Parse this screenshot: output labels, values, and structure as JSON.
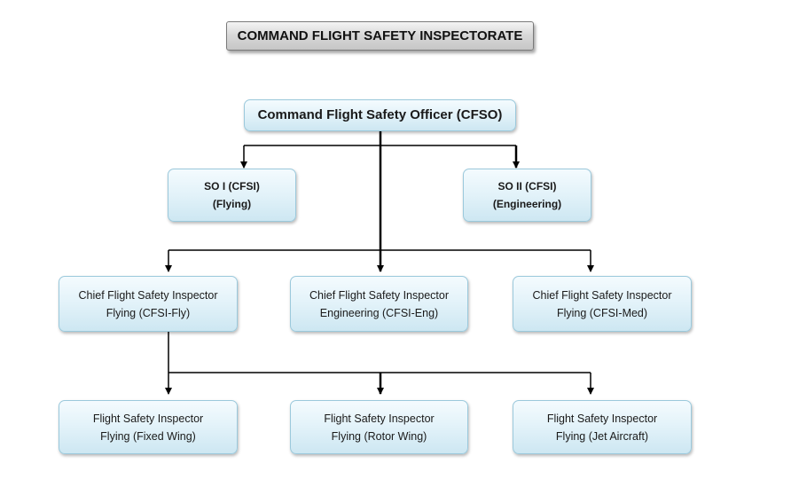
{
  "title": "COMMAND FLIGHT SAFETY INSPECTORATE",
  "root": {
    "label": "Command Flight Safety Officer (CFSO)"
  },
  "staff_officers": [
    {
      "line1": "SO I (CFSI)",
      "line2": "(Flying)"
    },
    {
      "line1": "SO II (CFSI)",
      "line2": "(Engineering)"
    }
  ],
  "chief_inspectors": [
    {
      "line1": "Chief Flight Safety Inspector",
      "line2": "Flying (CFSI-Fly)"
    },
    {
      "line1": "Chief Flight Safety Inspector",
      "line2": "Engineering (CFSI-Eng)"
    },
    {
      "line1": "Chief Flight Safety Inspector",
      "line2": "Flying (CFSI-Med)"
    }
  ],
  "flight_safety_inspectors": [
    {
      "line1": "Flight Safety Inspector",
      "line2": "Flying (Fixed Wing)"
    },
    {
      "line1": "Flight Safety Inspector",
      "line2": "Flying (Rotor Wing)"
    },
    {
      "line1": "Flight Safety Inspector",
      "line2": "Flying (Jet Aircraft)"
    }
  ],
  "colors": {
    "node_border": "#9bc9dc",
    "node_fill_top": "#f4fbfe",
    "node_fill_bottom": "#cde7f2",
    "connector": "#000000",
    "title_fill": "#d9d9d9"
  }
}
